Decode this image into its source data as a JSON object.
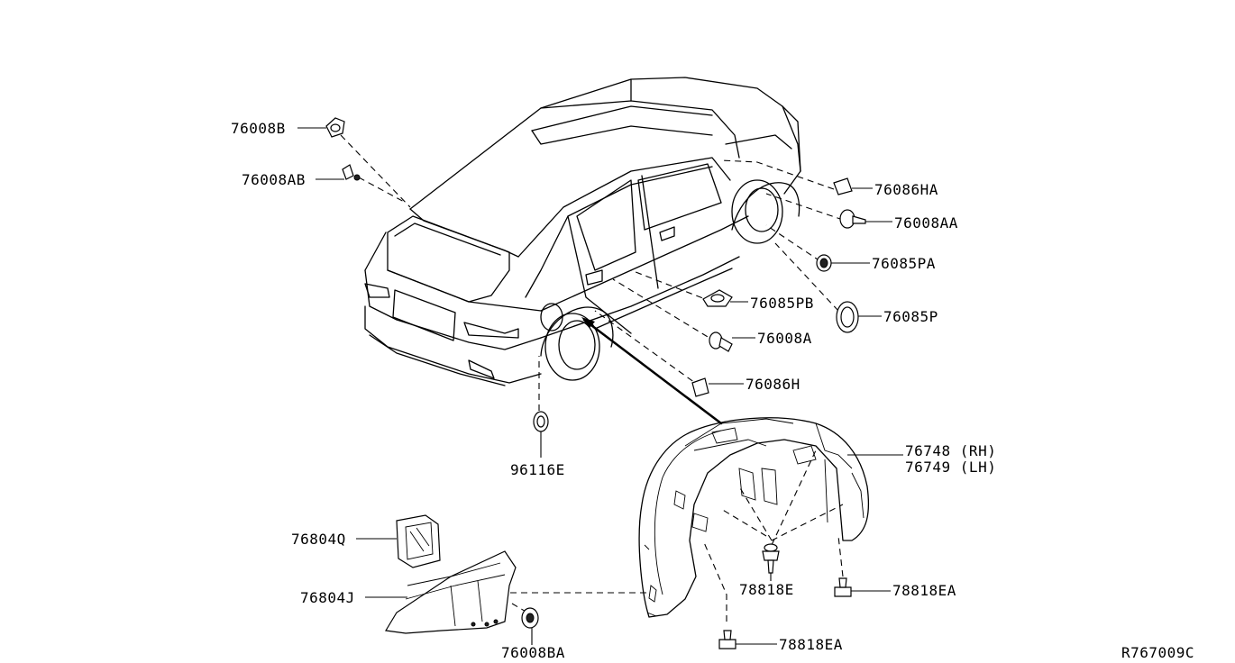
{
  "parts": {
    "p76008B": "76008B",
    "p76008AB": "76008AB",
    "p76086HA": "76086HA",
    "p76008AA": "76008AA",
    "p76085PA": "76085PA",
    "p76085PB": "76085PB",
    "p76085P": "76085P",
    "p76008A": "76008A",
    "p76086H": "76086H",
    "p96116E": "96116E",
    "p76748": "76748 (RH)",
    "p76749": "76749 (LH)",
    "p76804Q": "76804Q",
    "p76804J": "76804J",
    "p78818E": "78818E",
    "p78818EA_right": "78818EA",
    "p78818EA_bottom": "78818EA",
    "p76008BA": "76008BA"
  },
  "diagram_code": "R767009C"
}
